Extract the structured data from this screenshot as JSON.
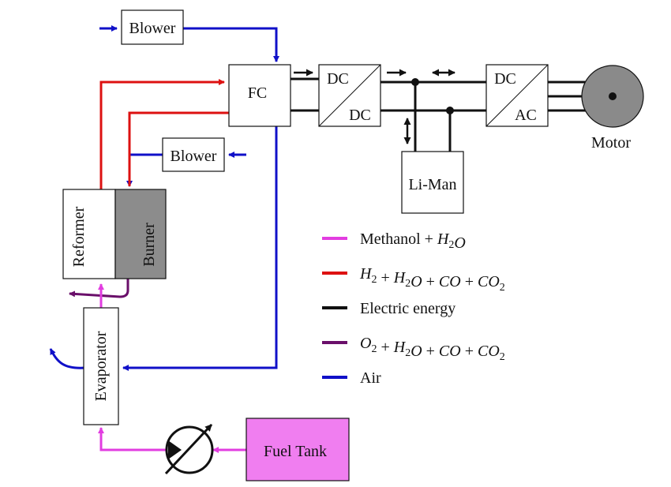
{
  "colors": {
    "methanol": "#e23de0",
    "hydrogen": "#dd1111",
    "electric": "#111111",
    "exhaust": "#6a0f6a",
    "air": "#1010c8",
    "burner_fill": "#8c8c8c",
    "fuel_tank_fill": "#f07ef0",
    "motor_fill": "#8a8a8a"
  },
  "labels": {
    "blower_top": "Blower",
    "blower_mid": "Blower",
    "fc": "FC",
    "dcdc_in": "DC",
    "dcdc_out": "DC",
    "dcac_in": "DC",
    "dcac_out": "AC",
    "motor": "Motor",
    "li_man": "Li-Man",
    "reformer": "Reformer",
    "burner": "Burner",
    "evaporator": "Evaporator",
    "fuel_tank": "Fuel Tank"
  },
  "legend": [
    {
      "key": "methanol",
      "parts": [
        {
          "t": "Methanol + "
        },
        {
          "t": "H",
          "i": true
        },
        {
          "t": "2",
          "s": true
        },
        {
          "t": "O",
          "i": true
        }
      ]
    },
    {
      "key": "hydrogen",
      "parts": [
        {
          "t": "H",
          "i": true
        },
        {
          "t": "2",
          "s": true
        },
        {
          "t": " + "
        },
        {
          "t": "H",
          "i": true
        },
        {
          "t": "2",
          "s": true
        },
        {
          "t": "O",
          "i": true
        },
        {
          "t": " + "
        },
        {
          "t": "CO",
          "i": true
        },
        {
          "t": " + "
        },
        {
          "t": "CO",
          "i": true
        },
        {
          "t": "2",
          "s": true
        }
      ]
    },
    {
      "key": "electric",
      "parts": [
        {
          "t": "Electric energy"
        }
      ]
    },
    {
      "key": "exhaust",
      "parts": [
        {
          "t": "O",
          "i": true
        },
        {
          "t": "2",
          "s": true
        },
        {
          "t": " + "
        },
        {
          "t": "H",
          "i": true
        },
        {
          "t": "2",
          "s": true
        },
        {
          "t": "O",
          "i": true
        },
        {
          "t": " + "
        },
        {
          "t": "CO",
          "i": true
        },
        {
          "t": " + "
        },
        {
          "t": "CO",
          "i": true
        },
        {
          "t": "2",
          "s": true
        }
      ]
    },
    {
      "key": "air",
      "parts": [
        {
          "t": "Air"
        }
      ]
    }
  ]
}
